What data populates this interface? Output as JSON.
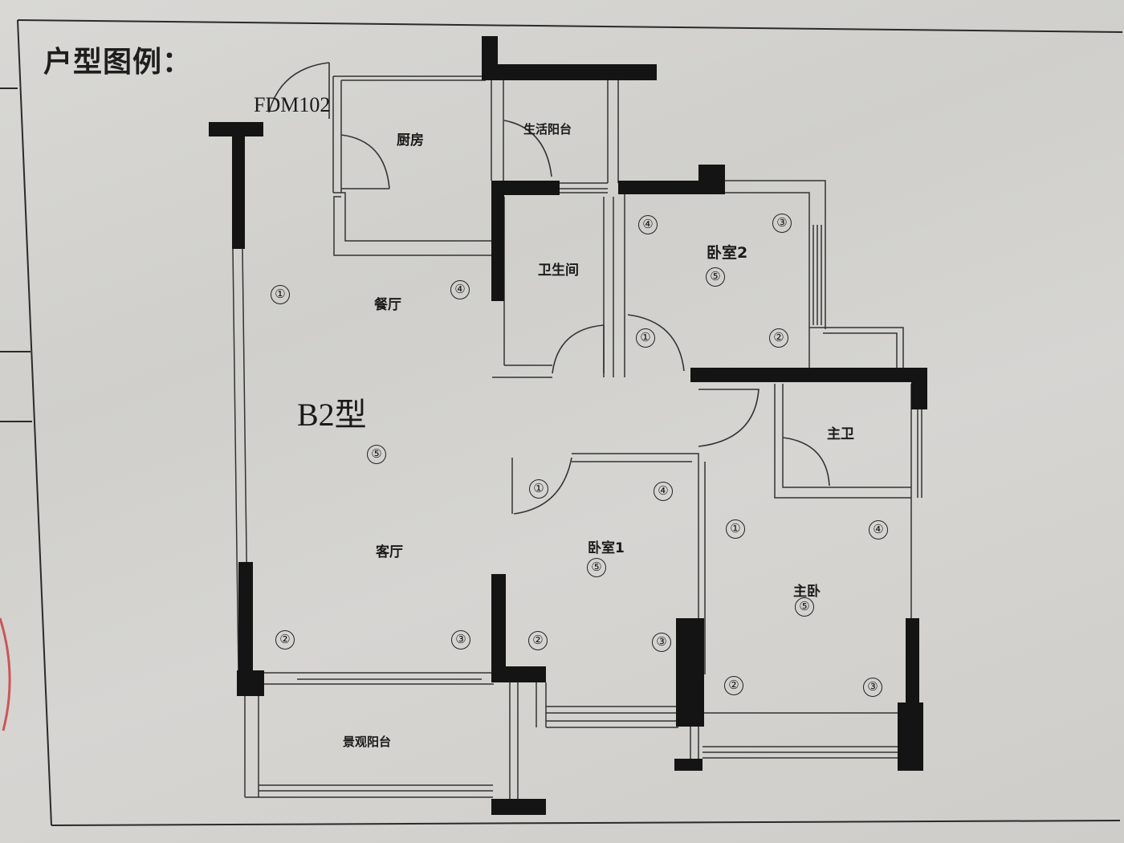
{
  "legend": {
    "title": "户型图例："
  },
  "plan": {
    "type_label": "B2型",
    "door_code": "FDM102",
    "rooms": {
      "kitchen": "厨房",
      "utility_balcony": "生活阳台",
      "bathroom": "卫生间",
      "bedroom2": "卧室2",
      "dining": "餐厅",
      "living": "客厅",
      "bedroom1": "卧室1",
      "master_bath": "主卫",
      "master_bedroom": "主卧",
      "view_balcony": "景观阳台"
    }
  },
  "markers": {
    "dining_1": "①",
    "dining_4": "④",
    "living_5": "⑤",
    "living_2": "②",
    "living_3": "③",
    "bed2_4": "④",
    "bed2_3": "③",
    "bed2_5": "⑤",
    "bed2_1": "①",
    "bed2_2": "②",
    "bed1_1": "①",
    "bed1_4": "④",
    "bed1_5": "⑤",
    "bed1_2": "②",
    "bed1_3": "③",
    "master_1": "①",
    "master_4": "④",
    "master_5": "⑤",
    "master_2": "②",
    "master_3": "③"
  }
}
